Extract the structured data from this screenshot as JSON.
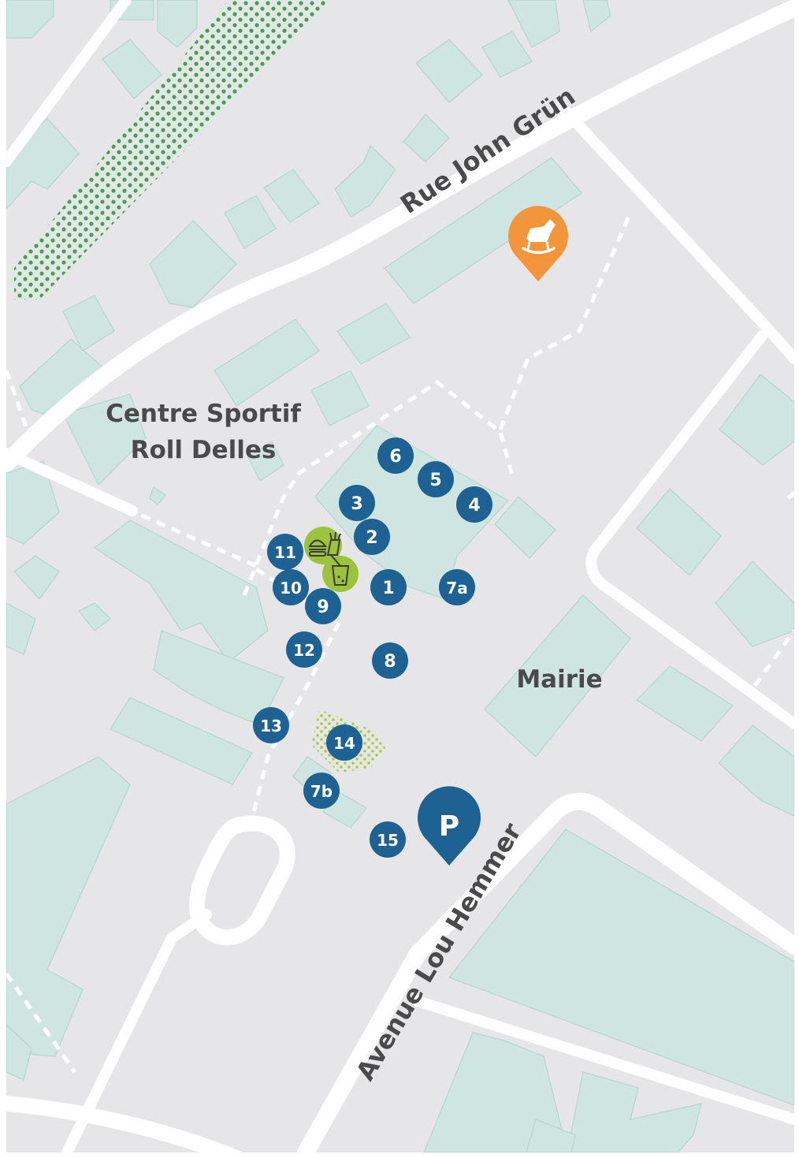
{
  "labels": {
    "street_top": "Rue John Grün",
    "street_bottom": "Avenue Lou Hemmer",
    "centre_line1": "Centre Sportif",
    "centre_line2": "Roll Delles",
    "mairie": "Mairie"
  },
  "markers": [
    "1",
    "2",
    "3",
    "4",
    "5",
    "6",
    "7a",
    "7b",
    "8",
    "9",
    "10",
    "11",
    "12",
    "13",
    "14",
    "15"
  ],
  "parking_label": "P",
  "icons": {
    "playground": "rocking-horse-icon",
    "food": "burger-fries-icon",
    "drink": "drink-cup-icon",
    "parking": "parking-pin-icon"
  },
  "colors": {
    "background": "#e6e6e8",
    "road": "#ffffff",
    "building": "#cfe5e1",
    "marker": "#1e6293",
    "playground_pin": "#f3953a",
    "food_green": "#9dc23b",
    "rail_dots": "#3aa84a"
  }
}
